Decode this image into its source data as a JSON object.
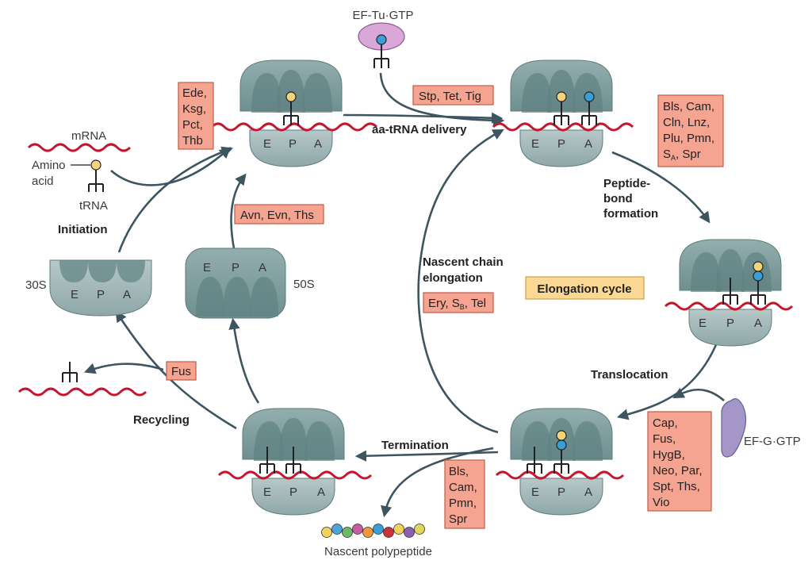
{
  "labels": {
    "ef_tu": "EF-Tu·GTP",
    "ef_g": "EF-G·GTP",
    "mrna": "mRNA",
    "amino": "Amino",
    "acid": "acid",
    "trna": "tRNA",
    "initiation": "Initiation",
    "s30": "30S",
    "s50": "50S",
    "recycling": "Recycling",
    "termination": "Termination",
    "nascent_polypeptide": "Nascent polypeptide",
    "aa_trna_delivery": "aa-tRNA delivery",
    "peptide_bond": [
      "Peptide-",
      "bond",
      "formation"
    ],
    "translocation": "Translocation",
    "nascent_chain": [
      "Nascent chain",
      "elongation"
    ],
    "elongation_cycle": "Elongation cycle",
    "site_e": "E",
    "site_p": "P",
    "site_a": "A"
  },
  "drug_boxes": {
    "initiation": [
      "Ede,",
      "Ksg,",
      "Pct,",
      "Thb"
    ],
    "delivery": [
      "Stp, Tet, Tig"
    ],
    "peptide_bond": [
      "Bls, Cam,",
      "Cln, Lnz,",
      "Plu, Pmn,",
      "S",
      "A",
      ", Spr"
    ],
    "subunit_join": [
      "Avn, Evn, Ths"
    ],
    "recycling": [
      "Fus"
    ],
    "nascent_chain": [
      "Ery, S",
      "B",
      ", Tel"
    ],
    "translocation": [
      "Cap,",
      "Fus,",
      "HygB,",
      "Neo, Par,",
      "Spt, Ths,",
      "Vio"
    ],
    "termination": [
      "Bls,",
      "Cam,",
      "Pmn,",
      "Spr"
    ]
  },
  "colors": {
    "ribosome": "#7f9c9d",
    "ribosome_dark": "#5d7c7e",
    "mrna": "#c4172e",
    "drug_box": "#f4a491",
    "cycle_box": "#fbd995",
    "arrow": "#3d5560",
    "amino_acid": "#f6d27a",
    "tu_blue": "#3a9fd8",
    "ef_tu_fill": "#d9a8d8",
    "ef_g_fill": "#a497c8"
  },
  "bead_colors": [
    "#f4d15c",
    "#4fa3dd",
    "#6fb86a",
    "#c35ea0",
    "#f0973e",
    "#3a9fd8",
    "#c8343c",
    "#f4d15c",
    "#8d5fb3",
    "#e3d55a"
  ]
}
